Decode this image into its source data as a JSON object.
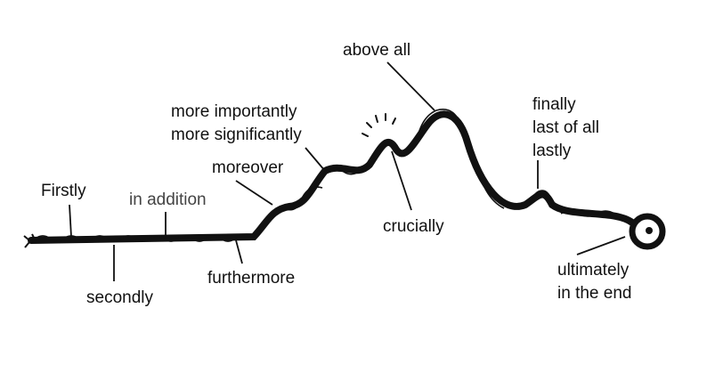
{
  "labels": {
    "firstly": "Firstly",
    "in_addition": "in addition",
    "secondly": "secondly",
    "furthermore": "furthermore",
    "moreover": "moreover",
    "more_importantly": "more importantly",
    "more_significantly": "more significantly",
    "above_all": "above all",
    "crucially": "crucially",
    "finally": "finally",
    "last_of_all": "last of all",
    "lastly": "lastly",
    "ultimately": "ultimately",
    "in_the_end": "in the end"
  },
  "colors": {
    "ink": "#111111",
    "label_grey": "#444444",
    "background": "#ffffff"
  }
}
